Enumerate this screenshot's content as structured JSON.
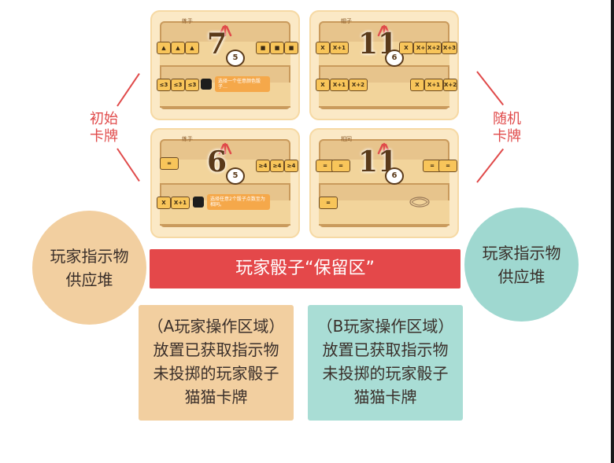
{
  "left_label": {
    "line1": "初始",
    "line2": "卡牌"
  },
  "right_label": {
    "line1": "随机",
    "line2": "卡牌"
  },
  "supply_left": {
    "line1": "玩家指示物",
    "line2": "供应堆"
  },
  "supply_right": {
    "line1": "玩家指示物",
    "line2": "供应堆"
  },
  "reserve": {
    "label": "玩家骰子“保留区”"
  },
  "area_a": {
    "line1": "（A玩家操作区域）",
    "line2": "放置已获取指示物",
    "line3": "未投掷的玩家骰子",
    "line4": "猫猫卡牌"
  },
  "area_b": {
    "line1": "（B玩家操作区域）",
    "line2": "放置已获取指示物",
    "line3": "未投掷的玩家骰子",
    "line4": "猫猫卡牌"
  },
  "cards": [
    {
      "title": "练手",
      "big": "7",
      "small": "5",
      "top_chips": [
        "▲",
        "▲",
        "▲"
      ],
      "top_chips_right": [
        "■",
        "■",
        "■"
      ],
      "bottom_chips": [
        "≤3",
        "≤3",
        "≤3"
      ],
      "desc": "选择一个任意颜色骰子…"
    },
    {
      "title": "帽子",
      "big": "11",
      "small": "6",
      "top_chips": [
        "X",
        "X+1"
      ],
      "top_chips_right": [
        "X",
        "X+1",
        "X+2",
        "X+3"
      ],
      "bottom_chips": [
        "X",
        "X+1",
        "X+2"
      ],
      "bottom_chips_right": [
        "X",
        "X+1",
        "X+2"
      ]
    },
    {
      "title": "练手",
      "big": "6",
      "small": "5",
      "top_chips": [
        "="
      ],
      "top_chips_right": [
        "≥4",
        "≥4",
        "≥4"
      ],
      "bottom_chips": [
        "X",
        "X+1"
      ],
      "desc": "选择任意2个骰子点数至为相同。"
    },
    {
      "title": "相同",
      "big": "11",
      "small": "6",
      "top_chips": [
        "=",
        "="
      ],
      "top_chips_right": [
        "=",
        "="
      ],
      "bottom_chips": [
        "="
      ]
    }
  ]
}
